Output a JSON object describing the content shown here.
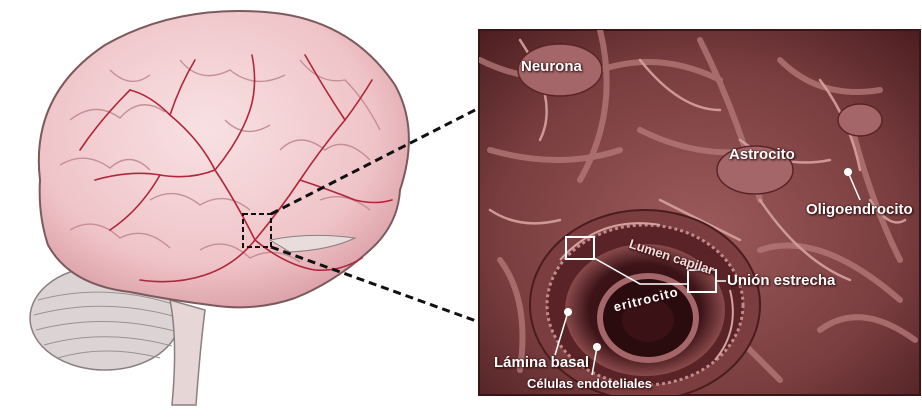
{
  "labels": {
    "neurona": "Neurona",
    "astrocito": "Astrocito",
    "oligodendrocito": "Oligoendrocito",
    "union": "Unión estrecha",
    "lumen": "Lumen capilar",
    "eritrocito": "eritrocito",
    "lamina": "Lámina basal",
    "celulas": "Células endoteliales"
  },
  "colors": {
    "panel_bg": "#7a3f40",
    "panel_dark": "#3a1517",
    "brain_fill": "#f2cfd2",
    "vessel": "#b0263a",
    "label_text": "#ffffff",
    "marker_box": "#ffffff"
  },
  "icons": [
    "brain-illustration",
    "cerebellum",
    "brainstem",
    "zoom-marker-box",
    "dashed-connector"
  ]
}
